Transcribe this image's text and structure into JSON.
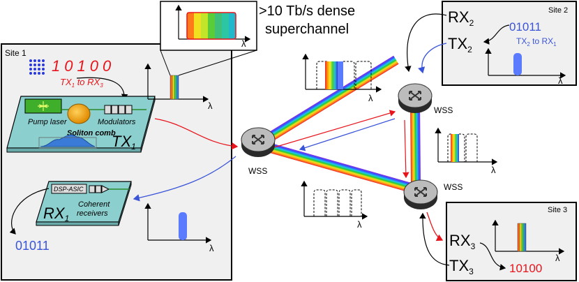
{
  "superchannel": {
    "line1": ">10 Tb/s dense",
    "line2": "superchannel"
  },
  "axis": {
    "lambda": "λ"
  },
  "site1": {
    "label": "Site 1",
    "tx_bits": "10100",
    "tx_note_a": "TX",
    "tx_note_a_sub": "1",
    "tx_note_mid": " to RX",
    "tx_note_b_sub": "3",
    "pump_laser": "Pump laser",
    "modulators": "Modulators",
    "soliton_comb": "Soliton comb",
    "tx": "TX",
    "tx_sub": "1",
    "dsp": "DSP-ASIC",
    "coherent1": "Coherent",
    "coherent2": "receivers",
    "rx": "RX",
    "rx_sub": "1",
    "rx_bits": "01011"
  },
  "site2": {
    "label": "Site 2",
    "rx": "RX",
    "rx_sub": "2",
    "tx": "TX",
    "tx_sub": "2",
    "bits": "01011",
    "note_a": "TX",
    "note_a_sub": "2",
    "note_mid": " to RX",
    "note_b_sub": "1"
  },
  "site3": {
    "label": "Site 3",
    "rx": "RX",
    "rx_sub": "3",
    "tx": "TX",
    "tx_sub": "3",
    "bits": "10100"
  },
  "nodes": {
    "left": "WSS",
    "top": "WSS",
    "bottom": "WSS"
  },
  "colors": {
    "red": "#e8141b",
    "blue": "#3a54d8",
    "box_bg": "#f0f0f0",
    "chip": "#8ccfcf"
  }
}
